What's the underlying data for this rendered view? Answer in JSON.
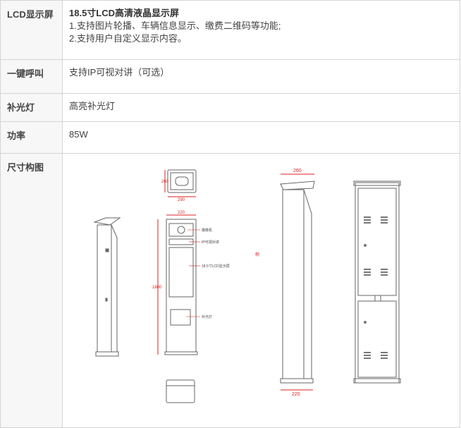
{
  "rows": [
    {
      "label": "LCD显示屏",
      "title": "18.5寸LCD高清液晶显示屏",
      "lines": [
        "1.支持图片轮播、车辆信息显示、缴费二维码等功能;",
        "2.支持用户自定义显示内容。"
      ]
    },
    {
      "label": "一键呼叫",
      "value": "支持IP可视对讲（可选）"
    },
    {
      "label": "补光灯",
      "value": "高亮补光灯"
    },
    {
      "label": "功率",
      "value": "85W"
    },
    {
      "label": "尺寸构图"
    }
  ],
  "drawing": {
    "top_view_dims": [
      "260",
      "290"
    ],
    "front_width_dim": "220",
    "front_height_dim": "1800",
    "callouts": [
      "摄像机",
      "IP可视对讲",
      "18.5寸LCD显示屏",
      "补光灯"
    ],
    "side_top_dim": "260",
    "side_bottom_dim": "220",
    "side_label": "侧"
  }
}
